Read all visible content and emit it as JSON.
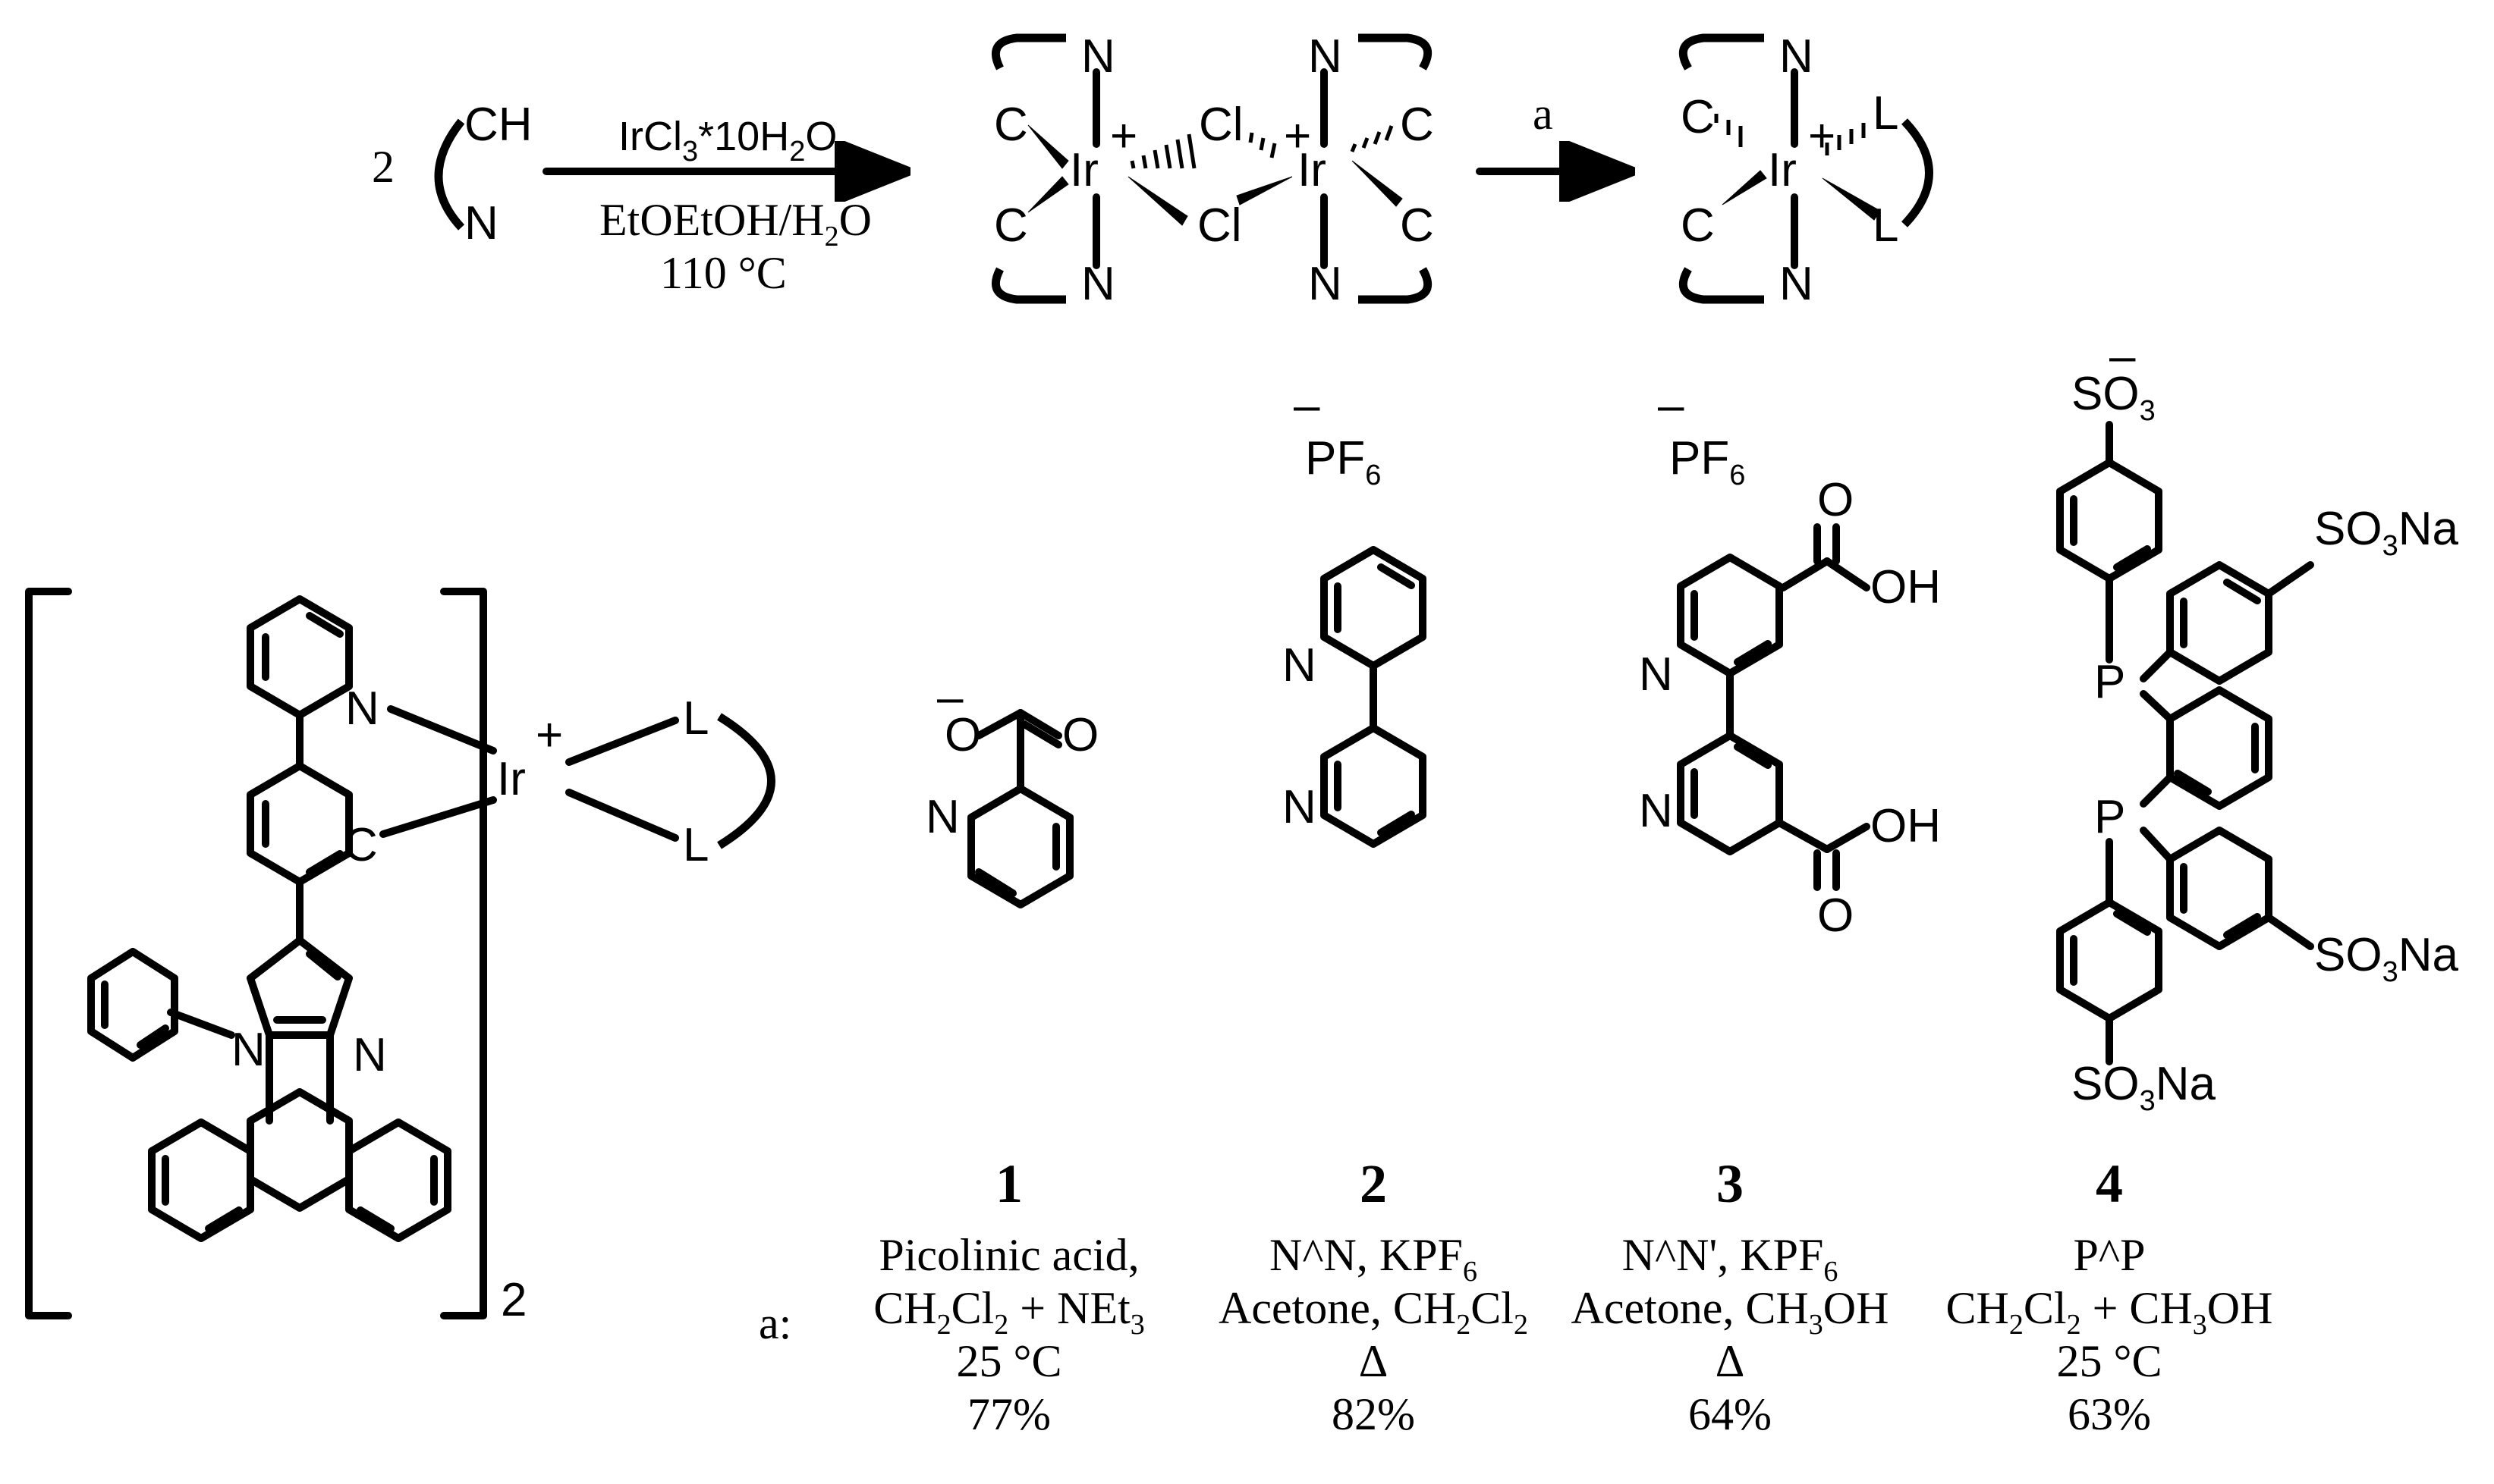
{
  "top": {
    "coefficient": "2",
    "ligand_ch": "CH",
    "ligand_n": "N",
    "reagent": "IrCl",
    "reagent_sub": "3",
    "reagent_rest": "*10H",
    "reagent_sub2": "2",
    "reagent_end": "O",
    "solvent": "EtOEtOH/H",
    "solvent_sub": "2",
    "solvent_end": "O",
    "temperature": "110 °C",
    "step_label": "a"
  },
  "atoms": {
    "ir": "Ir",
    "cl": "Cl",
    "c": "C",
    "n": "N",
    "l": "L",
    "plus": "+",
    "minus": "–",
    "o": "O",
    "oh": "OH",
    "p": "P",
    "pf": "PF",
    "pf_sub": "6",
    "so3": "SO",
    "so3_sub": "3",
    "na": "Na",
    "bracket_sub": "2"
  },
  "compounds": [
    {
      "number": "1",
      "cond": [
        "Picolinic acid,",
        "CH2Cl2 + NEt3",
        "25 °C",
        "77%"
      ]
    },
    {
      "number": "2",
      "cond": [
        "N^N, KPF6",
        "Acetone, CH2Cl2",
        "Δ",
        "82%"
      ]
    },
    {
      "number": "3",
      "cond": [
        "N^N', KPF6",
        "Acetone, CH3OH",
        "Δ",
        "64%"
      ]
    },
    {
      "number": "4",
      "cond": [
        "P^P",
        "CH2Cl2 + CH3OH",
        "25 °C",
        "63%"
      ]
    }
  ],
  "conditions_label": "a:"
}
